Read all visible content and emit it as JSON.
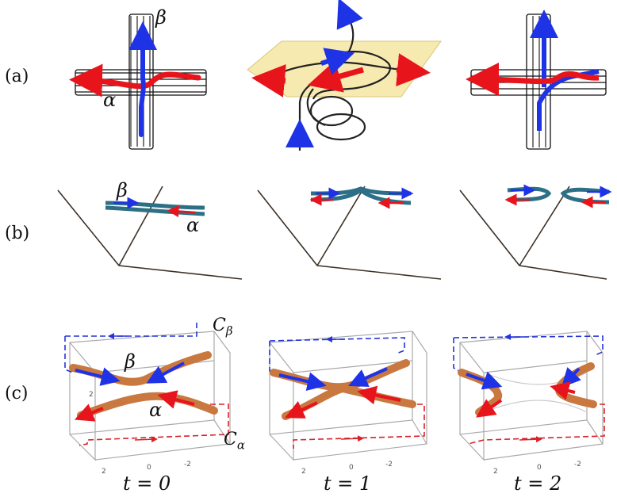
{
  "rows": {
    "a": "(a)",
    "b": "(b)",
    "c": "(c)"
  },
  "times": [
    "t = 0",
    "t = 1",
    "t = 2"
  ],
  "greek": {
    "beta": "β",
    "alpha": "α"
  },
  "curves": {
    "C_beta_main": "C",
    "C_beta_sub": "β",
    "C_alpha_main": "C",
    "C_alpha_sub": "α"
  },
  "axis_ticks": [
    "2",
    "0",
    "-2"
  ],
  "colors": {
    "arrow_blue": "#1f33e6",
    "arrow_red": "#e8141c",
    "tube_teal": "#2d6f86",
    "tube_orange": "#c9783f",
    "plane_yellow": "#f7eab0",
    "dash_blue": "#2535d8",
    "dash_red": "#d8222a"
  }
}
